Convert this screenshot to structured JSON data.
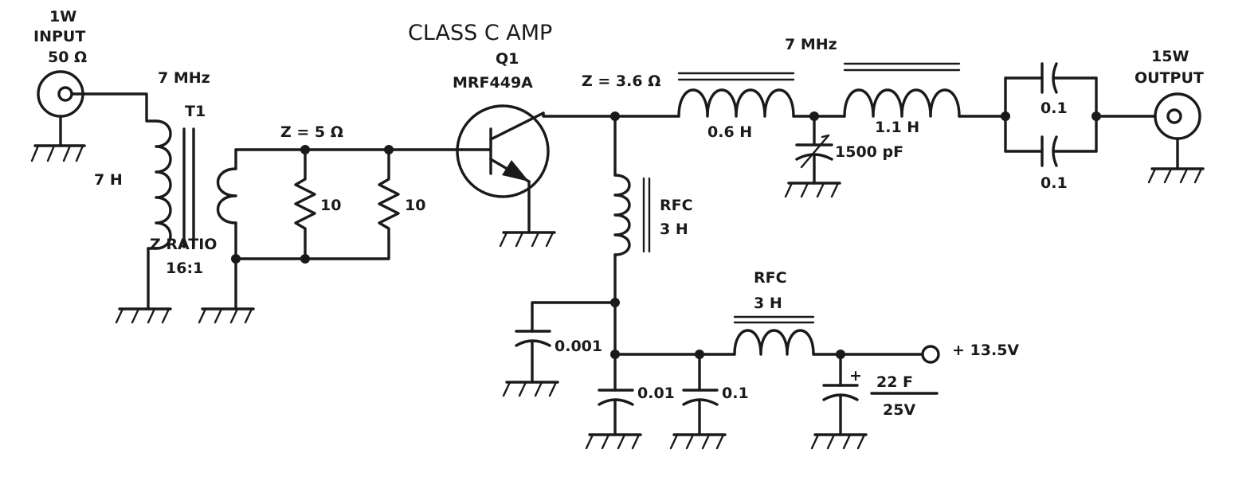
{
  "diagram": {
    "title": "CLASS C AMP",
    "input": {
      "line1": "1W",
      "line2": "INPUT",
      "line3": "50 Ω"
    },
    "output": {
      "line1": "15W",
      "line2": "OUTPUT"
    },
    "transformer": {
      "name": "T1",
      "freq": "7 MHz",
      "primary": "7 H",
      "ratio_line1": "Z RATIO",
      "ratio_line2": "16:1"
    },
    "base_impedance": "Z = 5 Ω",
    "r1": "10",
    "r2": "10",
    "transistor": {
      "ref": "Q1",
      "part": "MRF449A"
    },
    "collector_impedance": "Z = 3.6 Ω",
    "rfc1": {
      "line1": "RFC",
      "line2": "3 H"
    },
    "filter_freq": "7 MHz",
    "l1": "0.6 H",
    "l2": "1.1 H",
    "trimmer": "1500 pF",
    "c_out1": "0.1",
    "c_out2": "0.1",
    "c_0001": "0.001",
    "c_001": "0.01",
    "c_01": "0.1",
    "rfc2": {
      "line1": "RFC",
      "line2": "3 H"
    },
    "supply": "+ 13.5V",
    "electrolytic": {
      "polarity": "+",
      "value": "22 F",
      "voltage": "25V"
    }
  }
}
